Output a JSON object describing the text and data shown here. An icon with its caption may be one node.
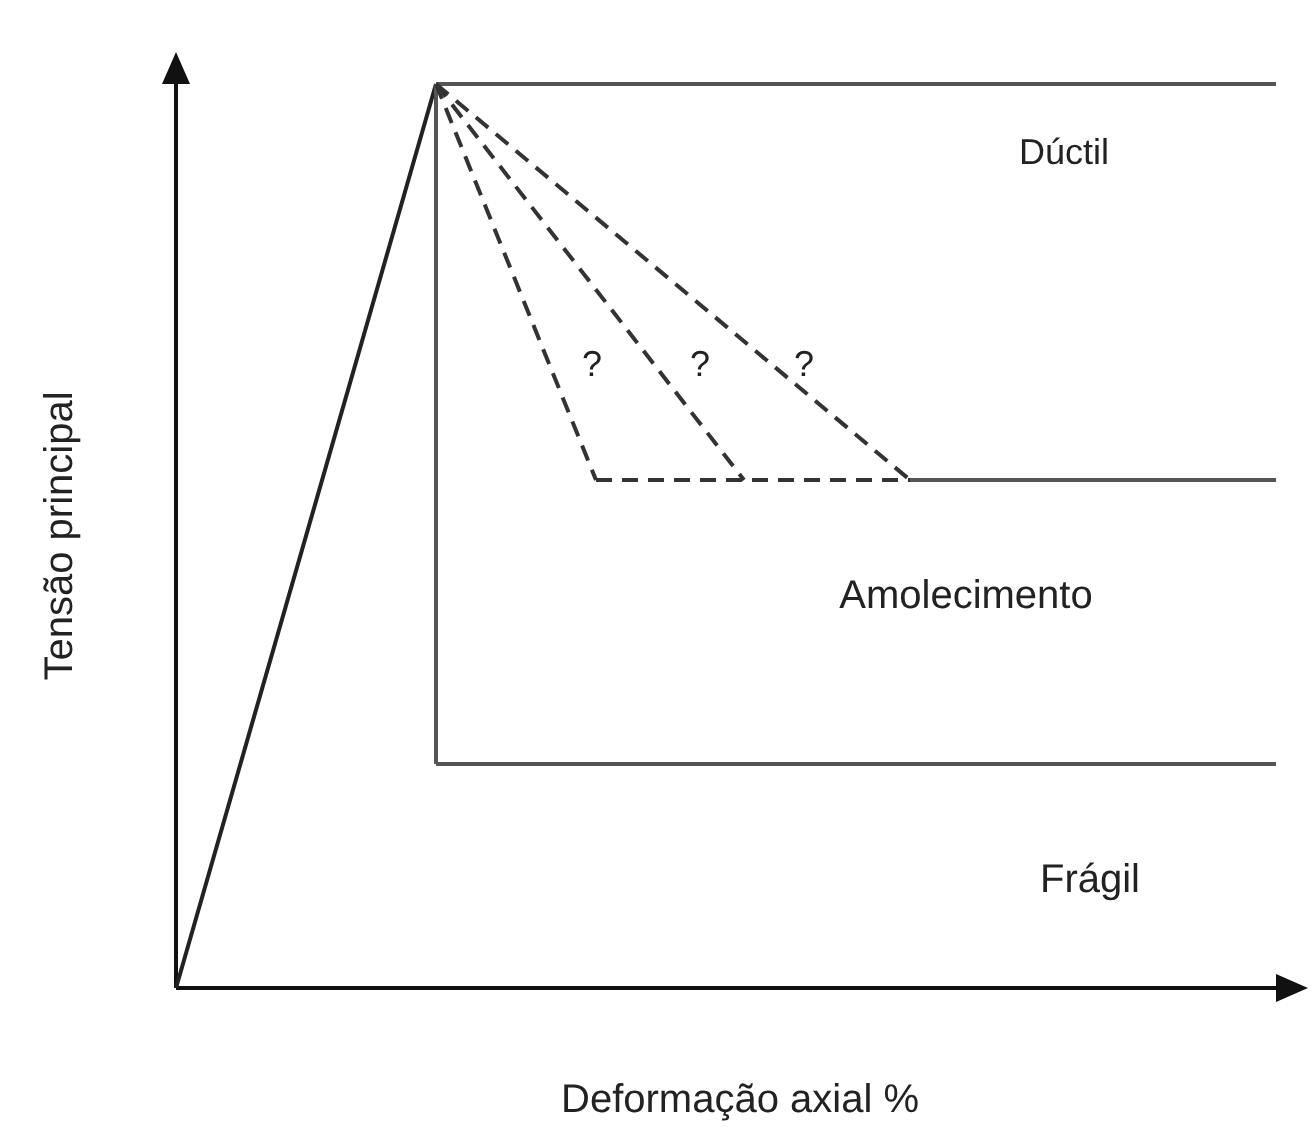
{
  "diagram": {
    "labels": [
      "Dúctil",
      "?",
      "?",
      "?",
      "Amolecimento",
      "Frágil",
      "Tensão principal",
      "Deformação axial %"
    ]
  }
}
